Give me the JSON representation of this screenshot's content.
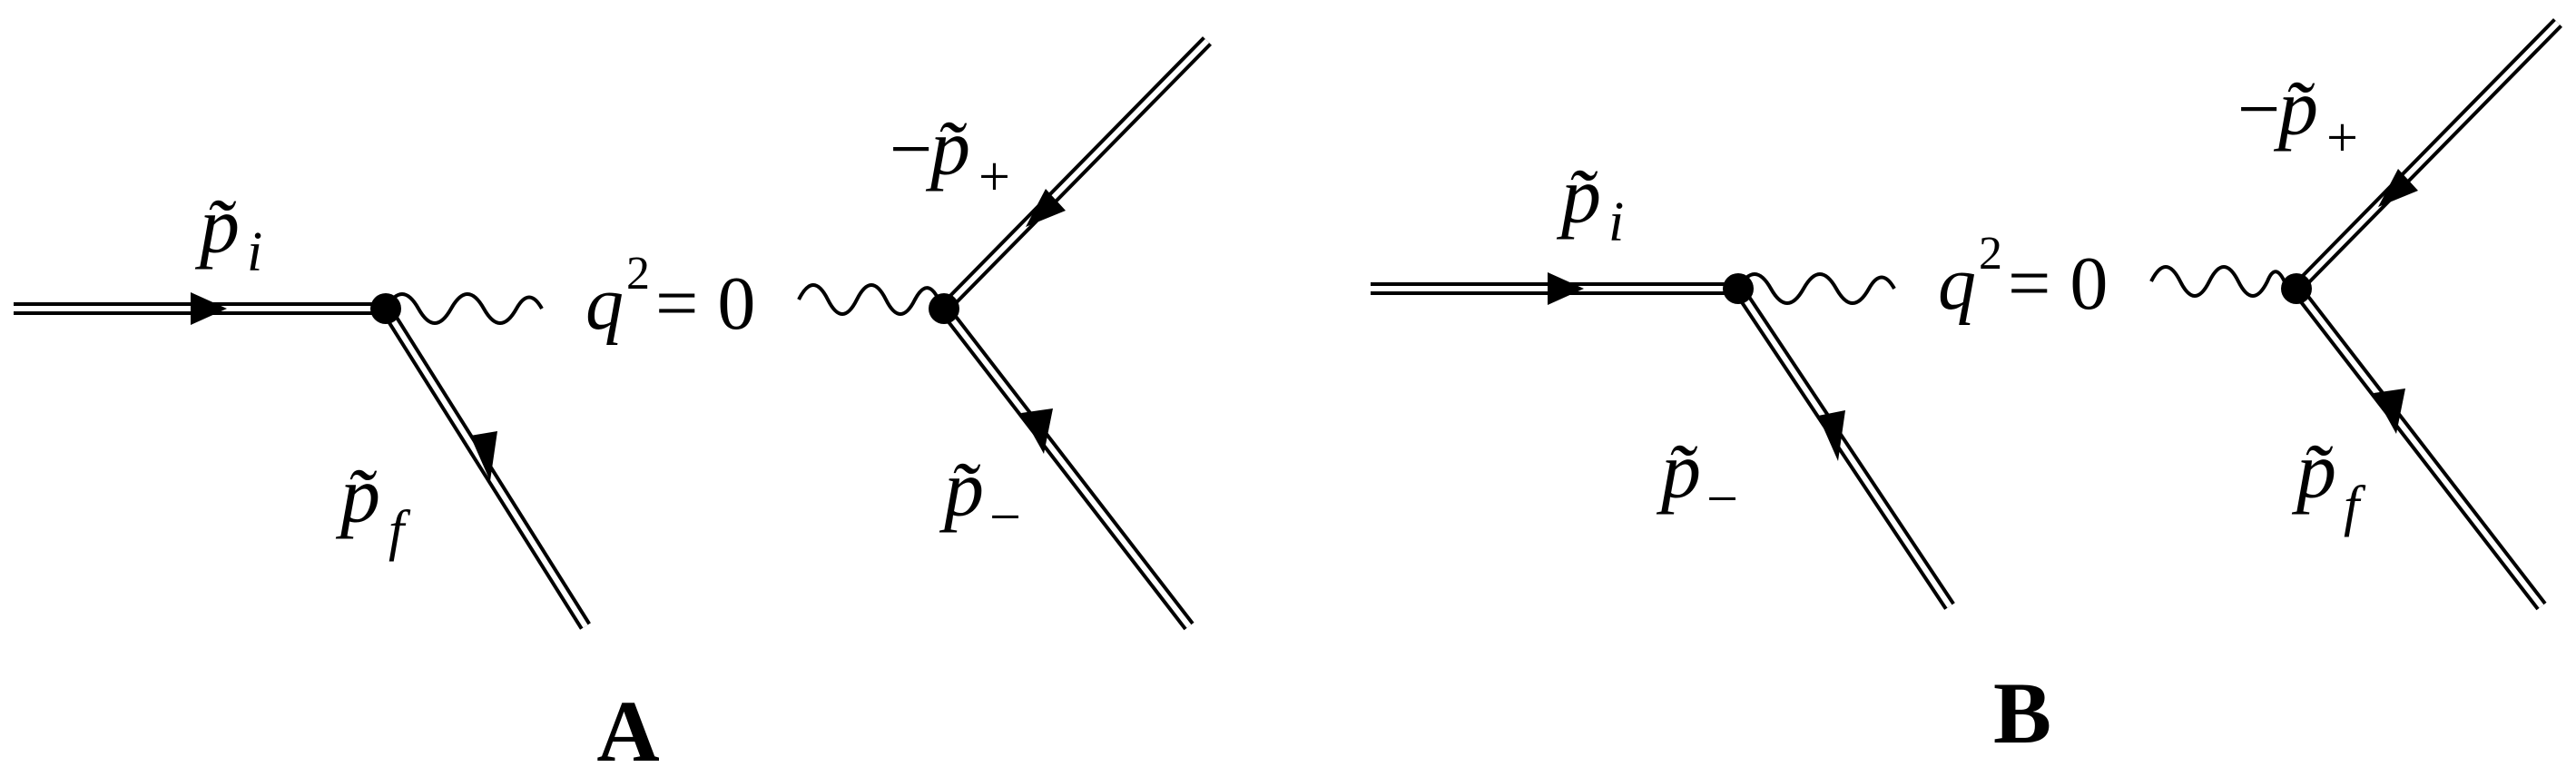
{
  "diagrams": [
    {
      "panel_label": "A",
      "incoming": {
        "base": "p̃",
        "sub": "i"
      },
      "outgoing_lower_left": {
        "base": "p̃",
        "sub": "f"
      },
      "photon_label": {
        "q": "q",
        "exp": "2",
        "rest": "= 0"
      },
      "upper_right": {
        "prefix": "−",
        "base": "p̃",
        "sub": "+"
      },
      "lower_right": {
        "base": "p̃",
        "sub": "−"
      }
    },
    {
      "panel_label": "B",
      "incoming": {
        "base": "p̃",
        "sub": "i"
      },
      "outgoing_lower_left": {
        "base": "p̃",
        "sub": "−"
      },
      "photon_label": {
        "q": "q",
        "exp": "2",
        "rest": "= 0"
      },
      "upper_right": {
        "prefix": "−",
        "base": "p̃",
        "sub": "+"
      },
      "lower_right": {
        "base": "p̃",
        "sub": "f"
      }
    }
  ]
}
